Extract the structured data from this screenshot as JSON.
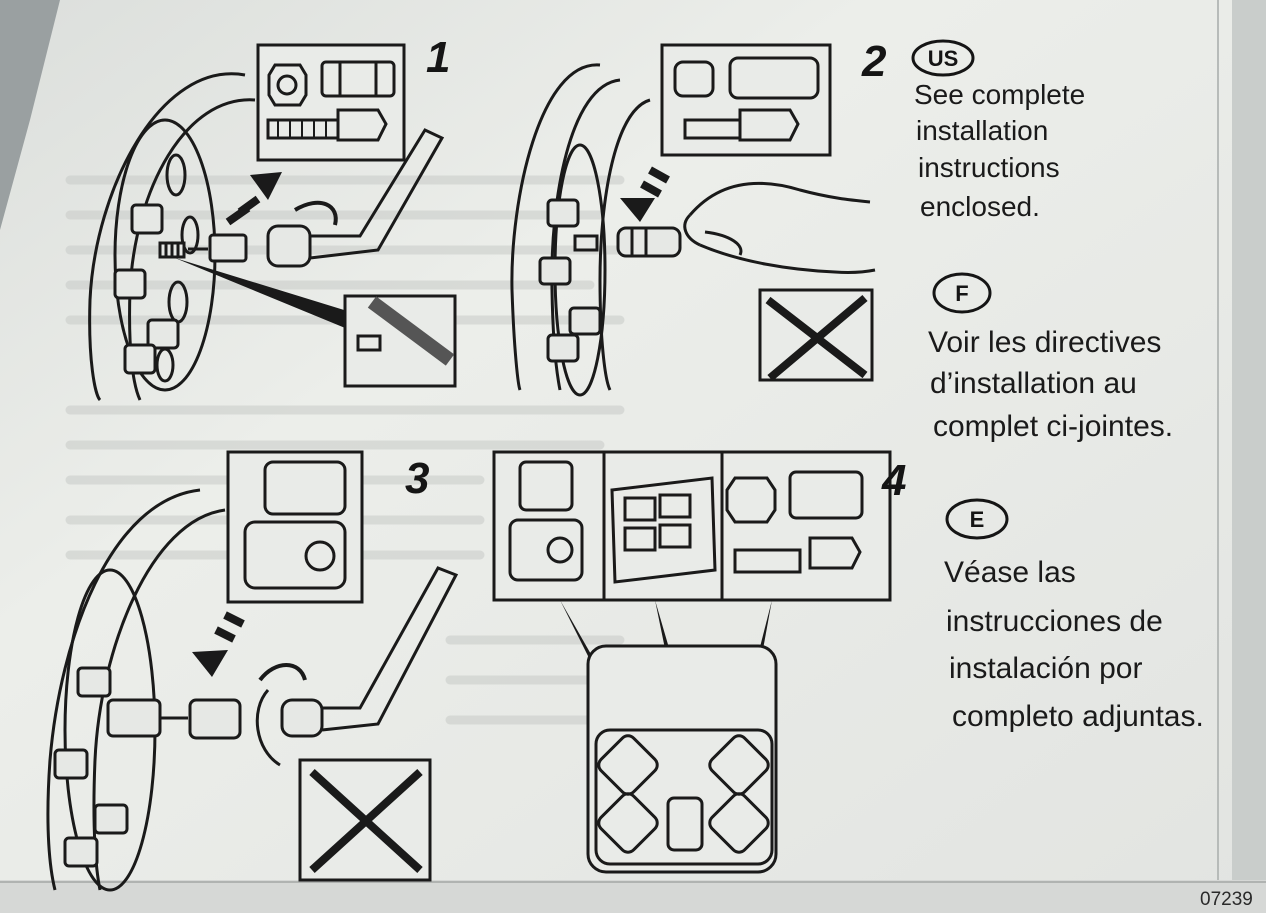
{
  "steps": [
    {
      "number": "1"
    },
    {
      "number": "2"
    },
    {
      "number": "3"
    },
    {
      "number": "4"
    }
  ],
  "languages": [
    {
      "code": "US",
      "lines": [
        "See complete",
        "installation",
        "instructions",
        "enclosed."
      ]
    },
    {
      "code": "F",
      "lines": [
        "Voir les directives",
        "d’installation au",
        "complet ci-jointes."
      ]
    },
    {
      "code": "E",
      "lines": [
        "Véase las",
        "instrucciones de",
        "instalación por",
        "completo adjuntas."
      ]
    }
  ],
  "footer": {
    "code": "07239"
  },
  "colors": {
    "paper": "#e9ebe8",
    "ink": "#1a1a1a",
    "background": "#9aa0a1"
  }
}
